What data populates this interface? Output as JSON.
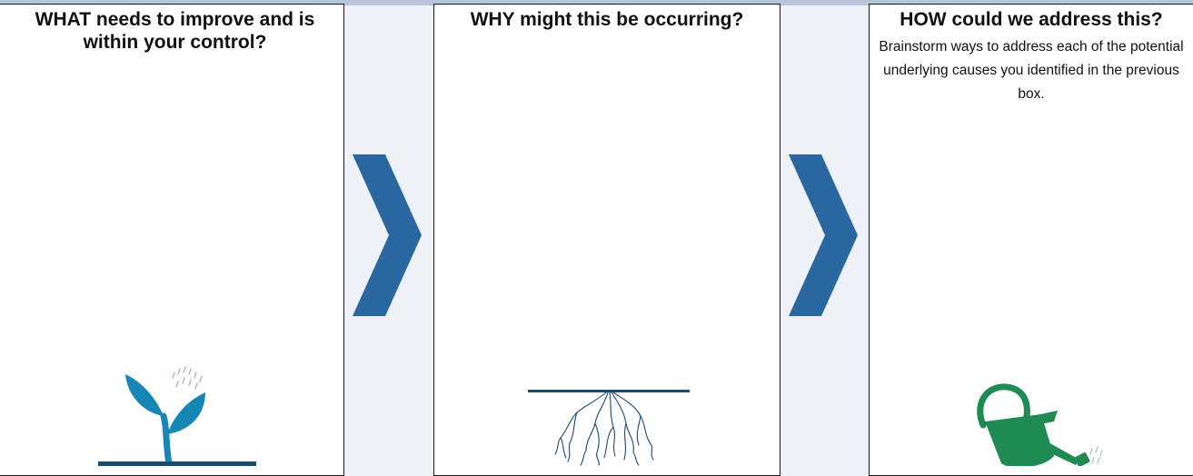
{
  "panels": {
    "what": {
      "title": "WHAT needs to improve and is within your control?"
    },
    "why": {
      "title": "WHY might this be occurring?"
    },
    "how": {
      "title": "HOW could we address this?",
      "description": "Brainstorm ways to address each of the potential underlying causes you identified in the previous box."
    }
  },
  "icons": {
    "chevron": "chevron-right-icon",
    "plant": "seedling-icon",
    "roots": "roots-icon",
    "watering_can": "watering-can-icon"
  },
  "colors": {
    "chevron": "#2a66a0",
    "plant": "#1687b5",
    "roots": "#1b4c6c",
    "watering_can": "#1f8a52",
    "top_bar": "#b7c5dd"
  }
}
